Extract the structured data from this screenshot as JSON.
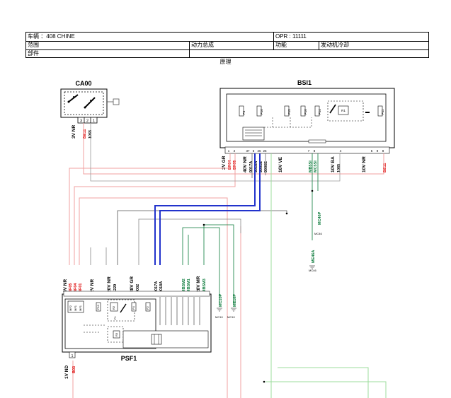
{
  "header": {
    "vehicle": "车辆 ：408 CHINE",
    "opr": "OPR : 11111",
    "range_label": "范围",
    "range_value": "动力总成",
    "function_label": "功能",
    "function_value": "发动机冷却",
    "part_label": "部件"
  },
  "title": "原理",
  "components": {
    "ca00": "CA00",
    "bsi1": "BSI1",
    "psf1": "PSF1"
  },
  "ca00": {
    "connector": "3V NR",
    "pins": [
      "3",
      "2",
      "1"
    ],
    "wires": [
      "BE11",
      "1065"
    ]
  },
  "bsi1": {
    "connectors": [
      "2V GR",
      "40V NR",
      "16V VE",
      "10V BA",
      "10V NR"
    ],
    "pins_2v": [
      "1",
      "2"
    ],
    "pins_40v": [
      "37",
      "5",
      "26",
      "25"
    ],
    "pins_10vba": [
      "7",
      "8",
      "4"
    ],
    "pins_10vnr": [
      "5",
      "9",
      "8"
    ],
    "wires_2v": [
      "BF04",
      "BF05"
    ],
    "wires_40v": [
      "9017A",
      "9018A",
      "9001E",
      "9006E"
    ],
    "wires_mid": [
      "MB5SI",
      "MC5SI",
      "1065"
    ],
    "wire_right": "BE11",
    "internal": [
      "F4",
      "F16",
      "F15",
      "F10",
      "F14",
      "R1",
      "F11"
    ]
  },
  "psf1": {
    "connectors": [
      "8V NR",
      "2V NR",
      "20V NR",
      "28V GR",
      "28V MR",
      "1V ND"
    ],
    "wires_8v": [
      "BF05",
      "BF04",
      "BF01"
    ],
    "wire_20v": "1229",
    "wire_28vgr": "9002",
    "wires_blue": [
      "9017A",
      "9018A"
    ],
    "wires_mbsm": [
      "MBSM2",
      "MBSM1",
      "MBSM3"
    ],
    "wire_1vnd": "B03",
    "pin_1vnd": "1",
    "internal": [
      "MF2",
      "MF1",
      "MF1",
      "F10",
      "R2",
      "F1",
      "F4",
      "F2",
      "R3"
    ]
  },
  "grounds": {
    "mc46p": "MC46P",
    "mc46": "MC46",
    "me46a": "ME46A",
    "mc46b": "MC46",
    "mc10p": "MC10P",
    "me10p": "ME10P",
    "mc10": "MC10",
    "mc10b": "MC10"
  }
}
